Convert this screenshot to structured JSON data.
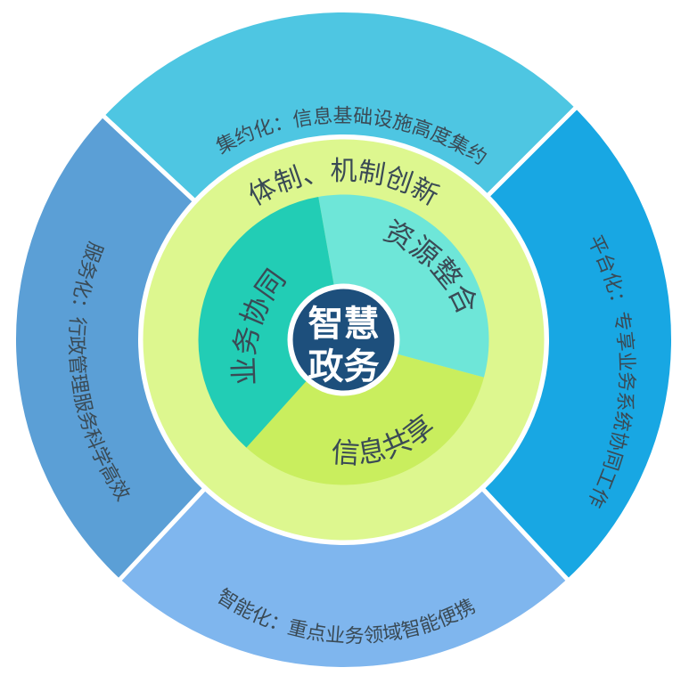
{
  "center": {
    "line1": "智慧",
    "line2": "政务"
  },
  "outer_segments": [
    {
      "label": "集约化：信息基础设施高度集约",
      "color": "#4ec6e2"
    },
    {
      "label": "平台化：专享业务系统协同工作",
      "color": "#18a7e3"
    },
    {
      "label": "智能化：重点业务领域智能便携",
      "color": "#7fb6ee"
    },
    {
      "label": "服务化：行政管理服务科学高效",
      "color": "#5b9fd6"
    }
  ],
  "ring": {
    "label": "体制、机制创新",
    "color": "#ddf78f"
  },
  "inner_segments": [
    {
      "label": "资源整合",
      "color": "#6ee6d8"
    },
    {
      "label": "信息共享",
      "color": "#c9ee5e"
    },
    {
      "label": "业务协同",
      "color": "#22cdb5"
    }
  ],
  "center_color": "#1d4f7c",
  "label_color": "#3a4a55"
}
